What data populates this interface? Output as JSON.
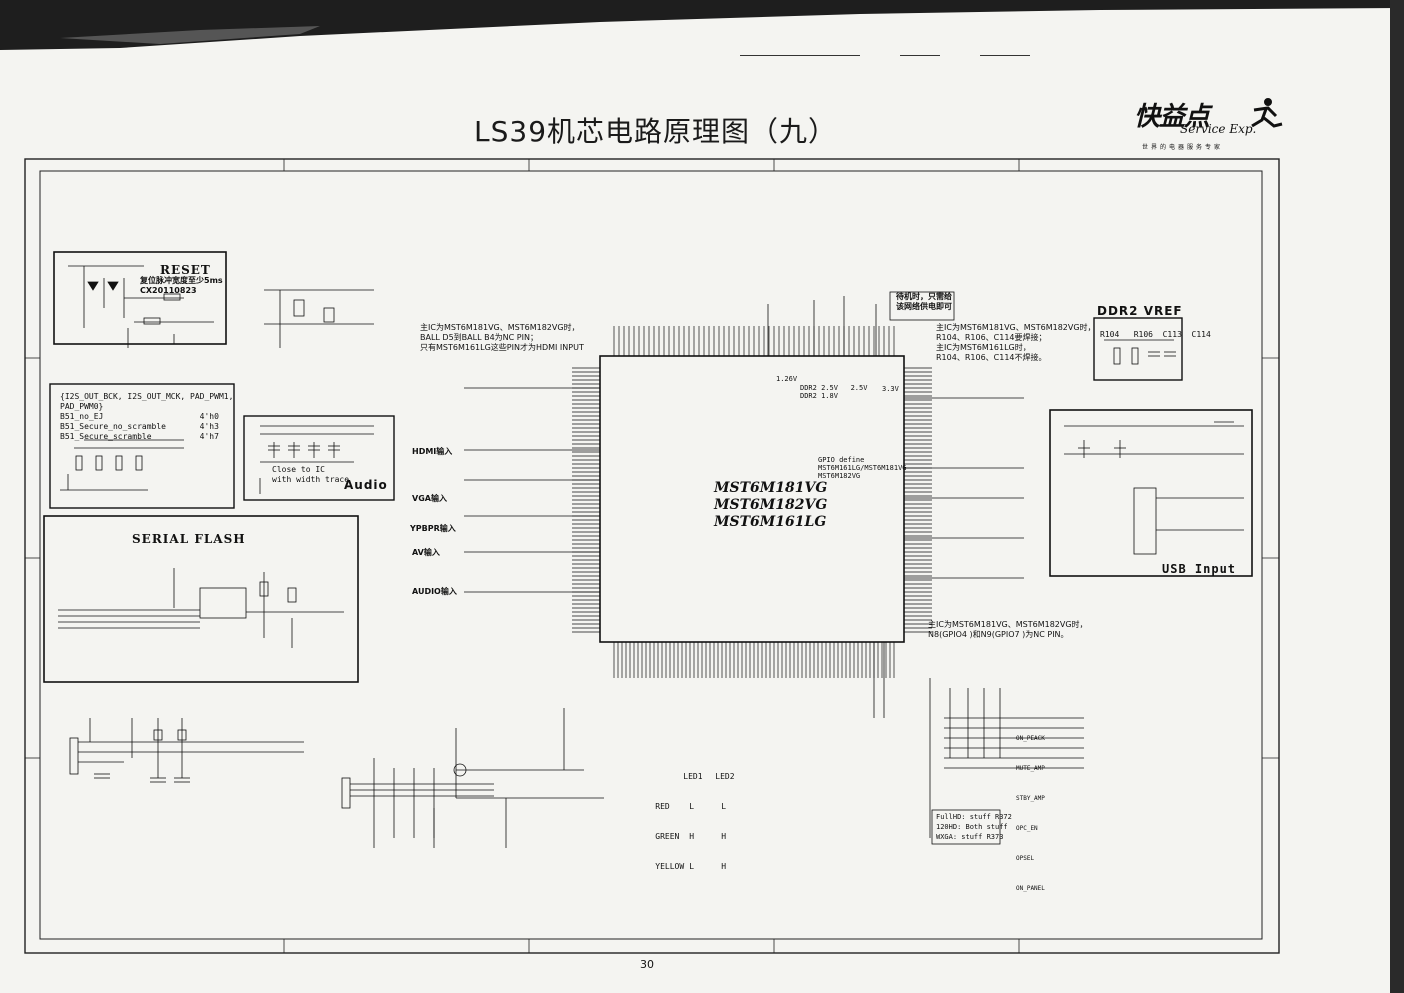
{
  "title": "LS39机芯电路原理图（九）",
  "logo": {
    "brand": "快益点",
    "sub": "Service Exp.",
    "tagline": "世界的电器服务专家"
  },
  "page_number": "30",
  "blocks": {
    "reset": {
      "title": "RESET",
      "note": "复位脉冲宽度至少5ms\nCX20110823"
    },
    "i2s": {
      "lines": "{I2S_OUT_BCK, I2S_OUT_MCK, PAD_PWM1,\nPAD_PWM0}\nB51_no_EJ                    4'h0\nB51_Secure_no_scramble       4'h3\nB51_Secure_scramble          4'h7"
    },
    "audio": {
      "title": "Audio",
      "note": "Close to IC\nwith width trace"
    },
    "serial_flash": {
      "title": "SERIAL FLASH"
    },
    "ddr2_vref": {
      "title": "DDR2 VREF",
      "parts": "R104   R106  C113  C114"
    },
    "usb_input": {
      "title": "USB Input"
    },
    "chip": {
      "names": "MST6M181VG\nMST6M182VG\nMST6M161LG"
    },
    "gpio_define": "GPIO define\nMST6M161LG/MST6M181VG\nMST6M182VG",
    "ddr_rails": "DDR2 2.5V   2.5V\nDDR2 1.8V",
    "rail_126": "1.26V",
    "rail_33": "3.3V",
    "standby_note": "待机时，只需给\n该网络供电即可",
    "hdmi_note": "主IC为MST6M181VG、MST6M182VG时，\nBALL D5到BALL B4为NC PIN；\n只有MST6M161LG这些PIN才为HDMI INPUT",
    "ddr_note": "主IC为MST6M181VG、MST6M182VG时，\nR104、R106、C114要焊接；\n主IC为MST6M161LG时，\nR104、R106、C114不焊接。",
    "gpio_note": "主IC为MST6M181VG、MST6M182VG时，\nN8(GPIO4 )和N9(GPIO7 )为NC PIN。",
    "inputs": [
      "HDMI输入",
      "VGA输入",
      "YPBPR输入",
      "AV输入",
      "AUDIO输入"
    ],
    "led_table": {
      "headers": [
        "",
        "LED1",
        "LED2"
      ],
      "rows": [
        [
          "RED",
          "L",
          "L"
        ],
        [
          "GREEN",
          "H",
          "H"
        ],
        [
          "YELLOW",
          "L",
          "H"
        ]
      ]
    },
    "stuff_note": "FullHD: stuff R372\n120HD: Both stuff\nWXGA: stuff R373",
    "signals_right": [
      "ON_PEACK",
      "MUTE_AMP",
      "STBY_AMP",
      "OPC_EN",
      "OPSEL",
      "ON_PANEL"
    ]
  }
}
